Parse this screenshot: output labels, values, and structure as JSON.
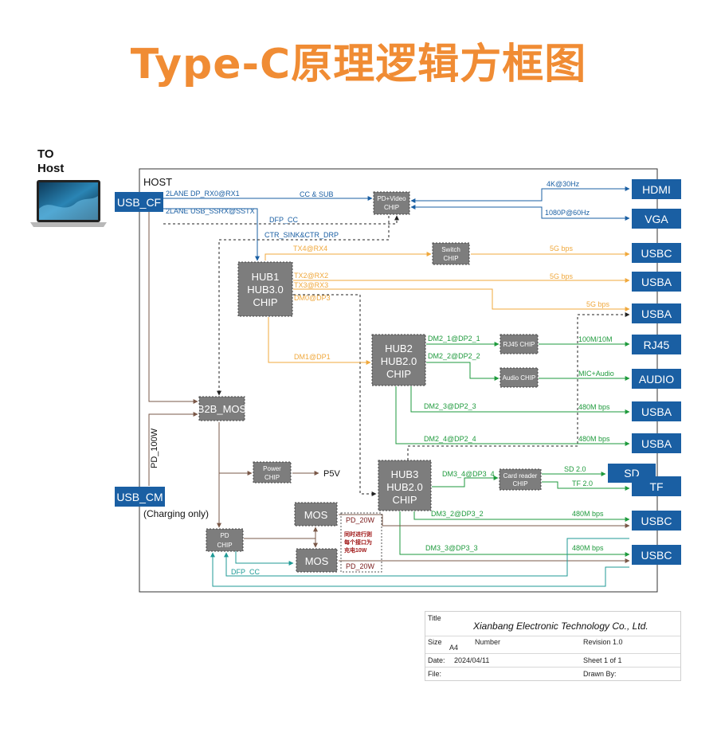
{
  "title": "Type-C原理逻辑方框图",
  "to_host": "TO\nHost",
  "to_host_line1": "TO",
  "to_host_line2": "Host",
  "host_label": "HOST",
  "colors": {
    "title": "#f08c34",
    "port": "#1a5fa3",
    "chip": "#7d7d7d",
    "line_blue": "#1a5fa3",
    "line_orange": "#f0a83c",
    "line_green": "#1e9a3c",
    "line_brown": "#7a5848",
    "line_teal": "#1f9a96",
    "line_black": "#222222",
    "note_red": "#a01818"
  },
  "ports_left": {
    "usb_cf": "USB_CF",
    "usb_cm": "USB_CM",
    "charging_only": "(Charging only)"
  },
  "ports_right": {
    "hdmi": "HDMI",
    "vga": "VGA",
    "usbc1": "USBC",
    "usba1": "USBA",
    "usba2": "USBA",
    "rj45": "RJ45",
    "audio": "AUDIO",
    "usba3": "USBA",
    "usba4": "USBA",
    "sd": "SD",
    "tf": "TF",
    "usbc2": "USBC",
    "usbc3": "USBC"
  },
  "chips": {
    "pd_video": [
      "PD+Video",
      "CHIP"
    ],
    "switch": [
      "Switch",
      "CHIP"
    ],
    "hub1": [
      "HUB1",
      "HUB3.0",
      "CHIP"
    ],
    "hub2": [
      "HUB2",
      "HUB2.0",
      "CHIP"
    ],
    "hub3": [
      "HUB3",
      "HUB2.0",
      "CHIP"
    ],
    "rj45_chip": "RJ45 CHIP",
    "audio_chip": "Audio CHIP",
    "card_reader": [
      "Card reader",
      "CHIP"
    ],
    "b2b_mos": "B2B_MOS",
    "power": [
      "Power",
      "CHIP"
    ],
    "pd_chip": [
      "PD",
      "CHIP"
    ],
    "mos1": "MOS",
    "mos2": "MOS"
  },
  "signals": {
    "dp_rx0": "2LANE DP_RX0@RX1",
    "usb_ssrx": "2LANE USB_SSRX@SSTX",
    "cc_sub": "CC & SUB",
    "dfp_cc_top": "DFP_CC",
    "ctr_sink": "CTR_SINK&CTR_DRP",
    "hdmi_res": "4K@30Hz",
    "vga_res": "1080P@60Hz",
    "tx4": "TX4@RX4",
    "usbc1_rate": "5G bps",
    "tx2": "TX2@RX2",
    "usba1_rate": "5G bps",
    "tx3": "TX3@RX3",
    "usba2_rate": "5G bps",
    "dm0": "DM0@DP3",
    "dm1": "DM1@DP1",
    "dm2_1": "DM2_1@DP2_1",
    "dm2_2": "DM2_2@DP2_2",
    "rj45_rate": "100M/10M",
    "mic_audio": "MIC+Audio",
    "dm2_3": "DM2_3@DP2_3",
    "usba3_rate": "480M bps",
    "dm2_4": "DM2_4@DP2_4",
    "usba4_rate": "480M bps",
    "pd_100w": "PD_100W",
    "p5v": "P5V",
    "dm3_4": "DM3_4@DP3_4",
    "sd_rate": "SD 2.0",
    "tf_rate": "TF 2.0",
    "dm3_2": "DM3_2@DP3_2",
    "usbc2_rate": "480M bps",
    "dm3_3": "DM3_3@DP3_3",
    "usbc3_rate": "480M bps",
    "pd_20w_a": "PD_20W",
    "pd_20w_b": "PD_20W",
    "note": [
      "同时进行则",
      "每个接口为",
      "充电10W"
    ],
    "dfp_cc_bottom": "DFP_CC"
  },
  "title_block": {
    "title_label": "Title",
    "company": "Xianbang Electronic Technology Co., Ltd.",
    "size_label": "Size",
    "size_value": "A4",
    "number_label": "Number",
    "revision": "Revision 1.0",
    "date_label": "Date:",
    "date_value": "2024/04/11",
    "sheet": "Sheet 1 of 1",
    "file_label": "File:",
    "drawn_by": "Drawn By:"
  }
}
